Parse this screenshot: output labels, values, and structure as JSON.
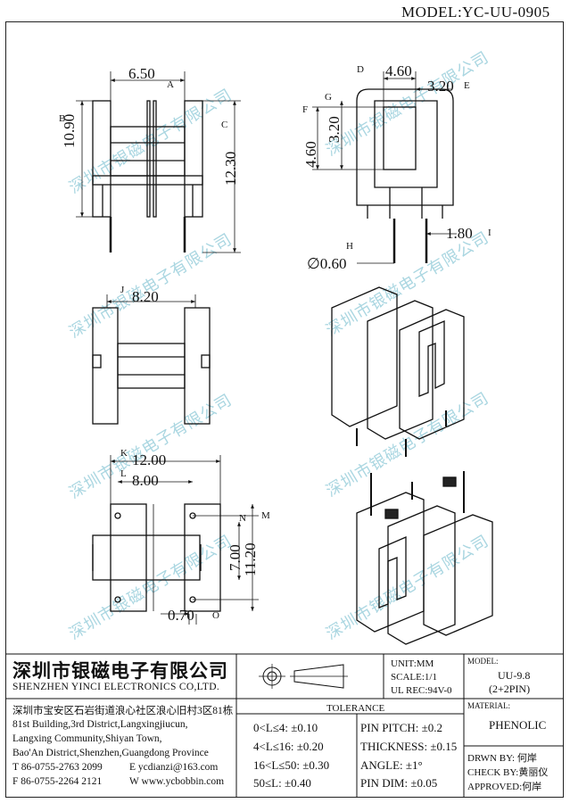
{
  "header": {
    "model_label": "MODEL:YC-UU-0905"
  },
  "dimensions": {
    "d_650": "6.50",
    "c_A": "A",
    "d_1090": "10.90",
    "c_B": "B",
    "d_1230": "12.30",
    "c_C": "C",
    "d_460_top": "4.60",
    "c_D": "D",
    "d_320_top": "3.20",
    "c_E": "E",
    "d_460_side": "4.60",
    "c_F": "F",
    "d_320_side": "3.20",
    "c_G": "G",
    "d_180": "1.80",
    "c_I": "I",
    "d_060": "∅0.60",
    "c_H": "H",
    "d_820": "8.20",
    "c_J": "J",
    "d_1200": "12.00",
    "c_K": "K",
    "d_800": "8.00",
    "c_L": "L",
    "d_700": "7.00",
    "c_N": "N",
    "d_1120": "11.20",
    "c_M": "M",
    "d_070": "0.70",
    "c_O": "O"
  },
  "watermark": {
    "text": "深圳市银磁电子有限公司"
  },
  "company": {
    "name_cn": "深圳市银磁电子有限公司",
    "name_en": "SHENZHEN YINCI ELECTRONICS CO,LTD.",
    "address_cn": "深圳市宝安区石岩街道浪心社区浪心旧村3区81栋",
    "address_en_1": "81st Building,3rd District,Langxingjiucun,",
    "address_en_2": "Langxing Community,Shiyan Town,",
    "address_en_3": "Bao'An District,Shenzhen,Guangdong Province",
    "tel": "T 86-0755-2763 2099",
    "email": "E ycdianzi@163.com",
    "fax": "F 86-0755-2264 2121",
    "web": "W www.ycbobbin.com"
  },
  "spec": {
    "unit": "UNIT:MM",
    "scale": "SCALE:1/1",
    "ul_rec": "UL REC:94V-0",
    "model_label": "MODEL:",
    "model_value": "UU-9.8",
    "model_pins": "(2+2PIN)",
    "material_label": "MATERIAL:",
    "material_value": "PHENOLIC",
    "drawn_by": "DRWN BY: 何岸",
    "check_by": "CHECK BY:黄丽仪",
    "approved": "APPROVED:何岸"
  },
  "tolerance": {
    "title": "TOLERANCE",
    "rows_left": [
      "0<L≤4: ±0.10",
      "4<L≤16: ±0.20",
      "16<L≤50: ±0.30",
      "50≤L: ±0.40"
    ],
    "rows_right": [
      "PIN PITCH: ±0.2",
      "THICKNESS: ±0.15",
      "ANGLE: ±1°",
      "PIN DIM: ±0.05"
    ]
  }
}
